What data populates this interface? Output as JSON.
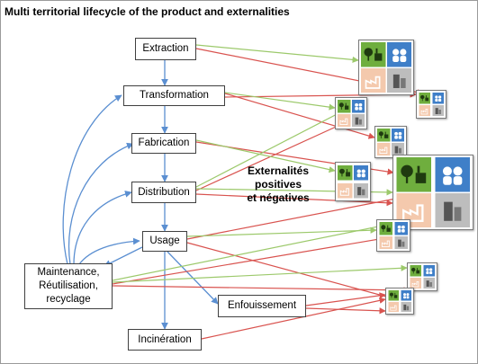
{
  "title": "Multi territorial lifecycle of the product and externalities",
  "nodes": {
    "extraction": "Extraction",
    "transformation": "Transformation",
    "fabrication": "Fabrication",
    "distribution": "Distribution",
    "usage": "Usage",
    "maintenance": "Maintenance,\nRéutilisation,\nrecyclage",
    "enfouissement": "Enfouissement",
    "incineration": "Incinération"
  },
  "externalities_label": "Externalités\npositives\net négatives",
  "colors": {
    "blue_arrow": "#5b8fd1",
    "red_arrow": "#d9534f",
    "green_arrow": "#9cc96b",
    "tile_green": "#6fae3e",
    "tile_blue": "#3f7fc8",
    "tile_peach": "#f4c9ad",
    "tile_gray": "#bdbdbd"
  },
  "tile_icons": [
    "trees-factory-icon",
    "people-icon",
    "factory-sketch-icon",
    "buildings-icon"
  ]
}
